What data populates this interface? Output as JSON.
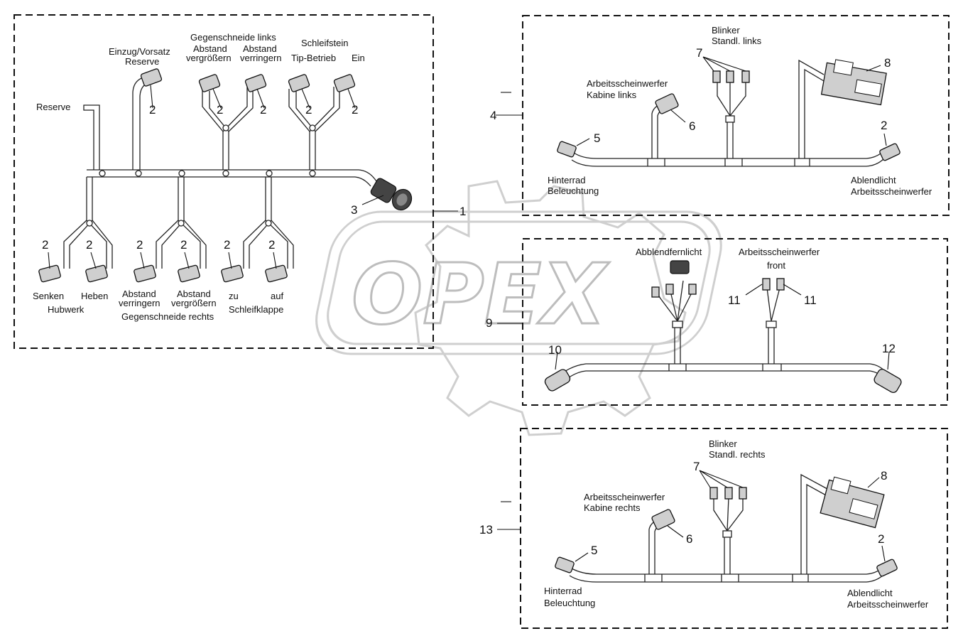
{
  "labels": {
    "reserve": "Reserve",
    "einzug_line1": "Einzug/Vorsatz",
    "einzug_line2": "Reserve",
    "gegenschneide_links": "Gegenschneide links",
    "abstand_vergr_l1": "Abstand",
    "abstand_vergr_l2": "vergrößern",
    "abstand_verr_l1": "Abstand",
    "abstand_verr_l2": "verringern",
    "schleifstein": "Schleifstein",
    "tip_betrieb": "Tip-Betrieb",
    "ein": "Ein",
    "senken": "Senken",
    "heben": "Heben",
    "hubwerk": "Hubwerk",
    "abstand_verr_r_l1": "Abstand",
    "abstand_verr_r_l2": "verringern",
    "abstand_vergr_r_l1": "Abstand",
    "abstand_vergr_r_l2": "vergrößern",
    "gegenschneide_rechts": "Gegenschneide rechts",
    "zu": "zu",
    "auf": "auf",
    "schleifklappe": "Schleifklappe",
    "blinker_links_l1": "Blinker",
    "blinker_links_l2": "Standl. links",
    "aw_kabine_links_l1": "Arbeitsscheinwerfer",
    "aw_kabine_links_l2": "Kabine links",
    "hinterrad_l1": "Hinterrad",
    "hinterrad_l2": "Beleuchtung",
    "ablendlicht_l1": "Ablendlicht",
    "ablendlicht_l2": "Arbeitsscheinwerfer",
    "abblendfernlicht": "Abblendfernlicht",
    "aw_front_l1": "Arbeitsscheinwerfer",
    "aw_front_l2": "front",
    "blinker_rechts_l1": "Blinker",
    "blinker_rechts_l2": "Standl. rechts",
    "aw_kabine_rechts_l1": "Arbeitsscheinwerfer",
    "aw_kabine_rechts_l2": "Kabine rechts",
    "hinterrad2_l1": "Hinterrad",
    "hinterrad2_l2": "Beleuchtung",
    "ablendlicht2_l1": "Ablendlicht",
    "ablendlicht2_l2": "Arbeitsscheinwerfer"
  },
  "callouts": {
    "n1": "1",
    "n2": "2",
    "n3": "3",
    "n4": "4",
    "n5": "5",
    "n6": "6",
    "n7": "7",
    "n8": "8",
    "n9": "9",
    "n10": "10",
    "n11": "11",
    "n12": "12",
    "n13": "13"
  },
  "watermark": "OPEX"
}
